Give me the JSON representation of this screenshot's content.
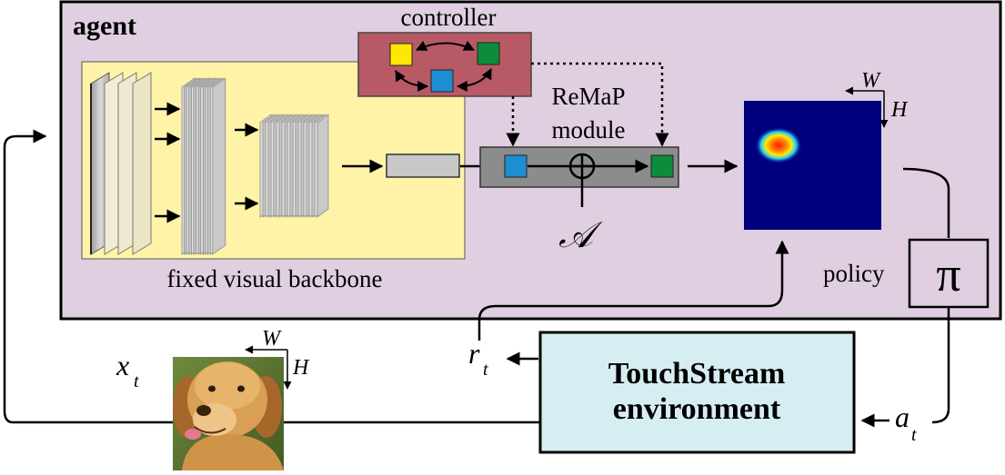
{
  "agent": {
    "label": "agent",
    "controller_label": "controller",
    "remap_line1": "ReMaP",
    "remap_line2": "module",
    "backbone_label": "fixed visual backbone",
    "attention_symbol": "𝒜",
    "policy_label": "policy",
    "policy_symbol": "π",
    "map_axis_w": "W",
    "map_axis_h": "H"
  },
  "environment": {
    "line1": "TouchStream",
    "line2": "environment"
  },
  "signals": {
    "x_main": "x",
    "x_sub": "t",
    "r_main": "r",
    "r_sub": "t",
    "a_main": "a",
    "a_sub": "t"
  },
  "input_image": {
    "axis_w": "W",
    "axis_h": "H",
    "depicts": "dog photo"
  },
  "colors": {
    "agent_bg": "#e0cfe0",
    "backbone_bg": "#fff3a8",
    "controller_bg": "#b85a66",
    "remap_bg": "#8c8c8c",
    "env_bg": "#d6eef2",
    "yellow_unit": "#ffe800",
    "green_unit": "#0c8c3c",
    "blue_unit": "#1e8ed2",
    "map_bg": "#00007e"
  }
}
